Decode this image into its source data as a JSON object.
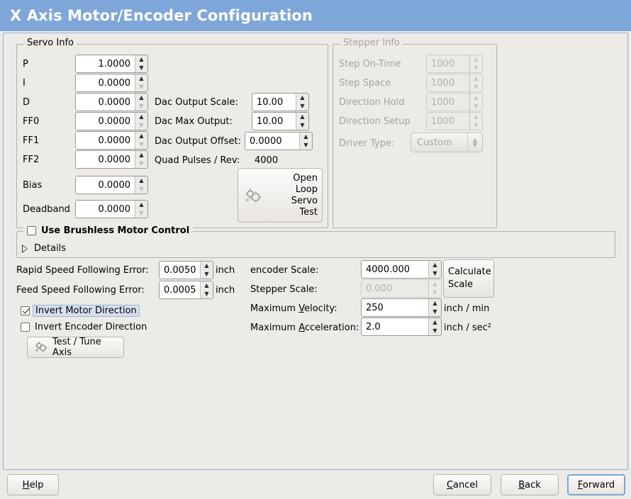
{
  "window": {
    "title": "X Axis Motor/Encoder Configuration",
    "titlebar_color": "#7fa6d8",
    "background_color": "#edebe7"
  },
  "servo_info": {
    "legend": "Servo Info",
    "rows": [
      {
        "label": "P",
        "value": "1.0000",
        "up_enabled": true,
        "down_enabled": true
      },
      {
        "label": "I",
        "value": "0.0000",
        "up_enabled": true,
        "down_enabled": false
      },
      {
        "label": "D",
        "value": "0.0000",
        "up_enabled": true,
        "down_enabled": false
      },
      {
        "label": "FF0",
        "value": "0.0000",
        "up_enabled": true,
        "down_enabled": false
      },
      {
        "label": "FF1",
        "value": "0.0000",
        "up_enabled": true,
        "down_enabled": false
      },
      {
        "label": "FF2",
        "value": "0.0000",
        "up_enabled": true,
        "down_enabled": false
      },
      {
        "label": "Bias",
        "value": "0.0000",
        "up_enabled": true,
        "down_enabled": false
      },
      {
        "label": "Deadband",
        "value": "0.0000",
        "up_enabled": true,
        "down_enabled": false
      }
    ],
    "dac": {
      "output_scale_label": "Dac Output Scale:",
      "output_scale_value": "10.00",
      "max_output_label": "Dac Max Output:",
      "max_output_value": "10.00",
      "output_offset_label": "Dac Output Offset:",
      "output_offset_value": "0.0000",
      "quad_pulses_label": "Quad Pulses / Rev:",
      "quad_pulses_value": "4000"
    },
    "open_loop_button": {
      "line1": "Open",
      "line2": "Loop",
      "line3": "Servo",
      "line4": "Test",
      "icon": "gears-icon"
    }
  },
  "stepper_info": {
    "legend": "Stepper Info",
    "disabled": true,
    "rows": [
      {
        "label": "Step On-Time",
        "value": "1000"
      },
      {
        "label": "Step Space",
        "value": "1000"
      },
      {
        "label": "Direction Hold",
        "value": "1000"
      },
      {
        "label": "Direction Setup",
        "value": "1000"
      }
    ],
    "driver_type_label": "Driver Type:",
    "driver_type_value": "Custom"
  },
  "brushless": {
    "checkbox_label": "Use Brushless Motor Control",
    "checked": false,
    "details_label": "Details",
    "details_expanded": false
  },
  "tuning": {
    "rapid_label": "Rapid Speed Following Error:",
    "rapid_value": "0.0050",
    "rapid_unit": "inch",
    "feed_label": "Feed Speed Following Error:",
    "feed_value": "0.0005",
    "feed_unit": "inch",
    "invert_motor_label": "Invert Motor Direction",
    "invert_motor_checked": true,
    "invert_motor_focused": true,
    "invert_encoder_label": "Invert Encoder Direction",
    "invert_encoder_checked": false,
    "test_tune_label": "Test / Tune Axis",
    "test_tune_icon": "gears-icon"
  },
  "scales": {
    "encoder_scale_label": "encoder Scale:",
    "encoder_scale_value": "4000.000",
    "stepper_scale_label": "Stepper Scale:",
    "stepper_scale_value": "0.000",
    "stepper_scale_disabled": true,
    "calculate_line1": "Calculate",
    "calculate_line2": "Scale",
    "max_velocity_label_pre": "Maximum ",
    "max_velocity_mnemonic": "V",
    "max_velocity_label_post": "elocity:",
    "max_velocity_value": "250",
    "max_velocity_unit": "inch / min",
    "max_accel_label_pre": "Maximum ",
    "max_accel_mnemonic": "A",
    "max_accel_label_post": "cceleration:",
    "max_accel_value": "2.0",
    "max_accel_unit": "inch / sec²"
  },
  "footer": {
    "help_pre": "",
    "help_mnemonic": "H",
    "help_post": "elp",
    "cancel_pre": "",
    "cancel_mnemonic": "C",
    "cancel_post": "ancel",
    "back_pre": "",
    "back_mnemonic": "B",
    "back_post": "ack",
    "forward_pre": "",
    "forward_mnemonic": "F",
    "forward_post": "orward",
    "forward_focused": true
  }
}
